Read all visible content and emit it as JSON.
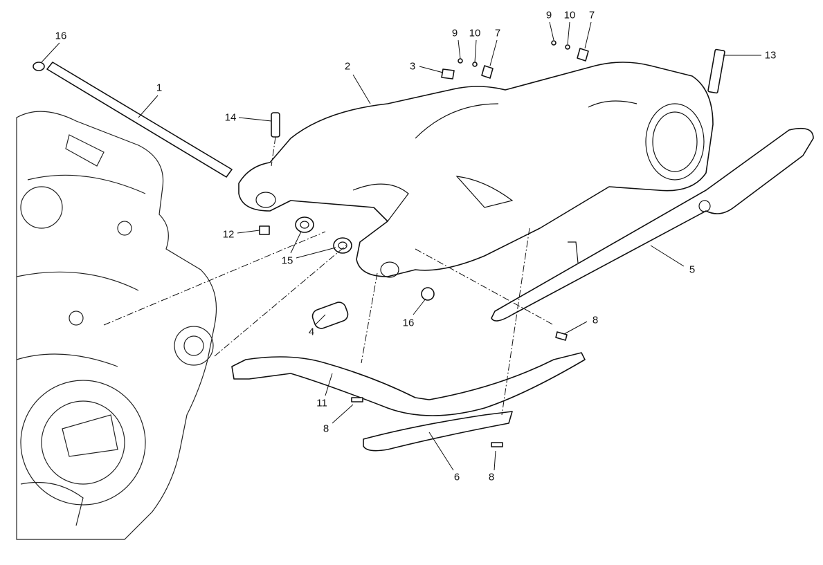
{
  "diagram": {
    "title": "Swingarm exploded view",
    "callouts": [
      {
        "id": "c1",
        "label": "16"
      },
      {
        "id": "c2",
        "label": "1"
      },
      {
        "id": "c3",
        "label": "2"
      },
      {
        "id": "c4",
        "label": "3"
      },
      {
        "id": "c5",
        "label": "9"
      },
      {
        "id": "c6",
        "label": "10"
      },
      {
        "id": "c7",
        "label": "7"
      },
      {
        "id": "c8",
        "label": "9"
      },
      {
        "id": "c9",
        "label": "10"
      },
      {
        "id": "c10",
        "label": "7"
      },
      {
        "id": "c11",
        "label": "13"
      },
      {
        "id": "c12",
        "label": "14"
      },
      {
        "id": "c13",
        "label": "12"
      },
      {
        "id": "c14",
        "label": "15"
      },
      {
        "id": "c15",
        "label": "4"
      },
      {
        "id": "c16",
        "label": "16"
      },
      {
        "id": "c17",
        "label": "5"
      },
      {
        "id": "c18",
        "label": "8"
      },
      {
        "id": "c19",
        "label": "11"
      },
      {
        "id": "c20",
        "label": "8"
      },
      {
        "id": "c21",
        "label": "6"
      },
      {
        "id": "c22",
        "label": "8"
      }
    ]
  }
}
